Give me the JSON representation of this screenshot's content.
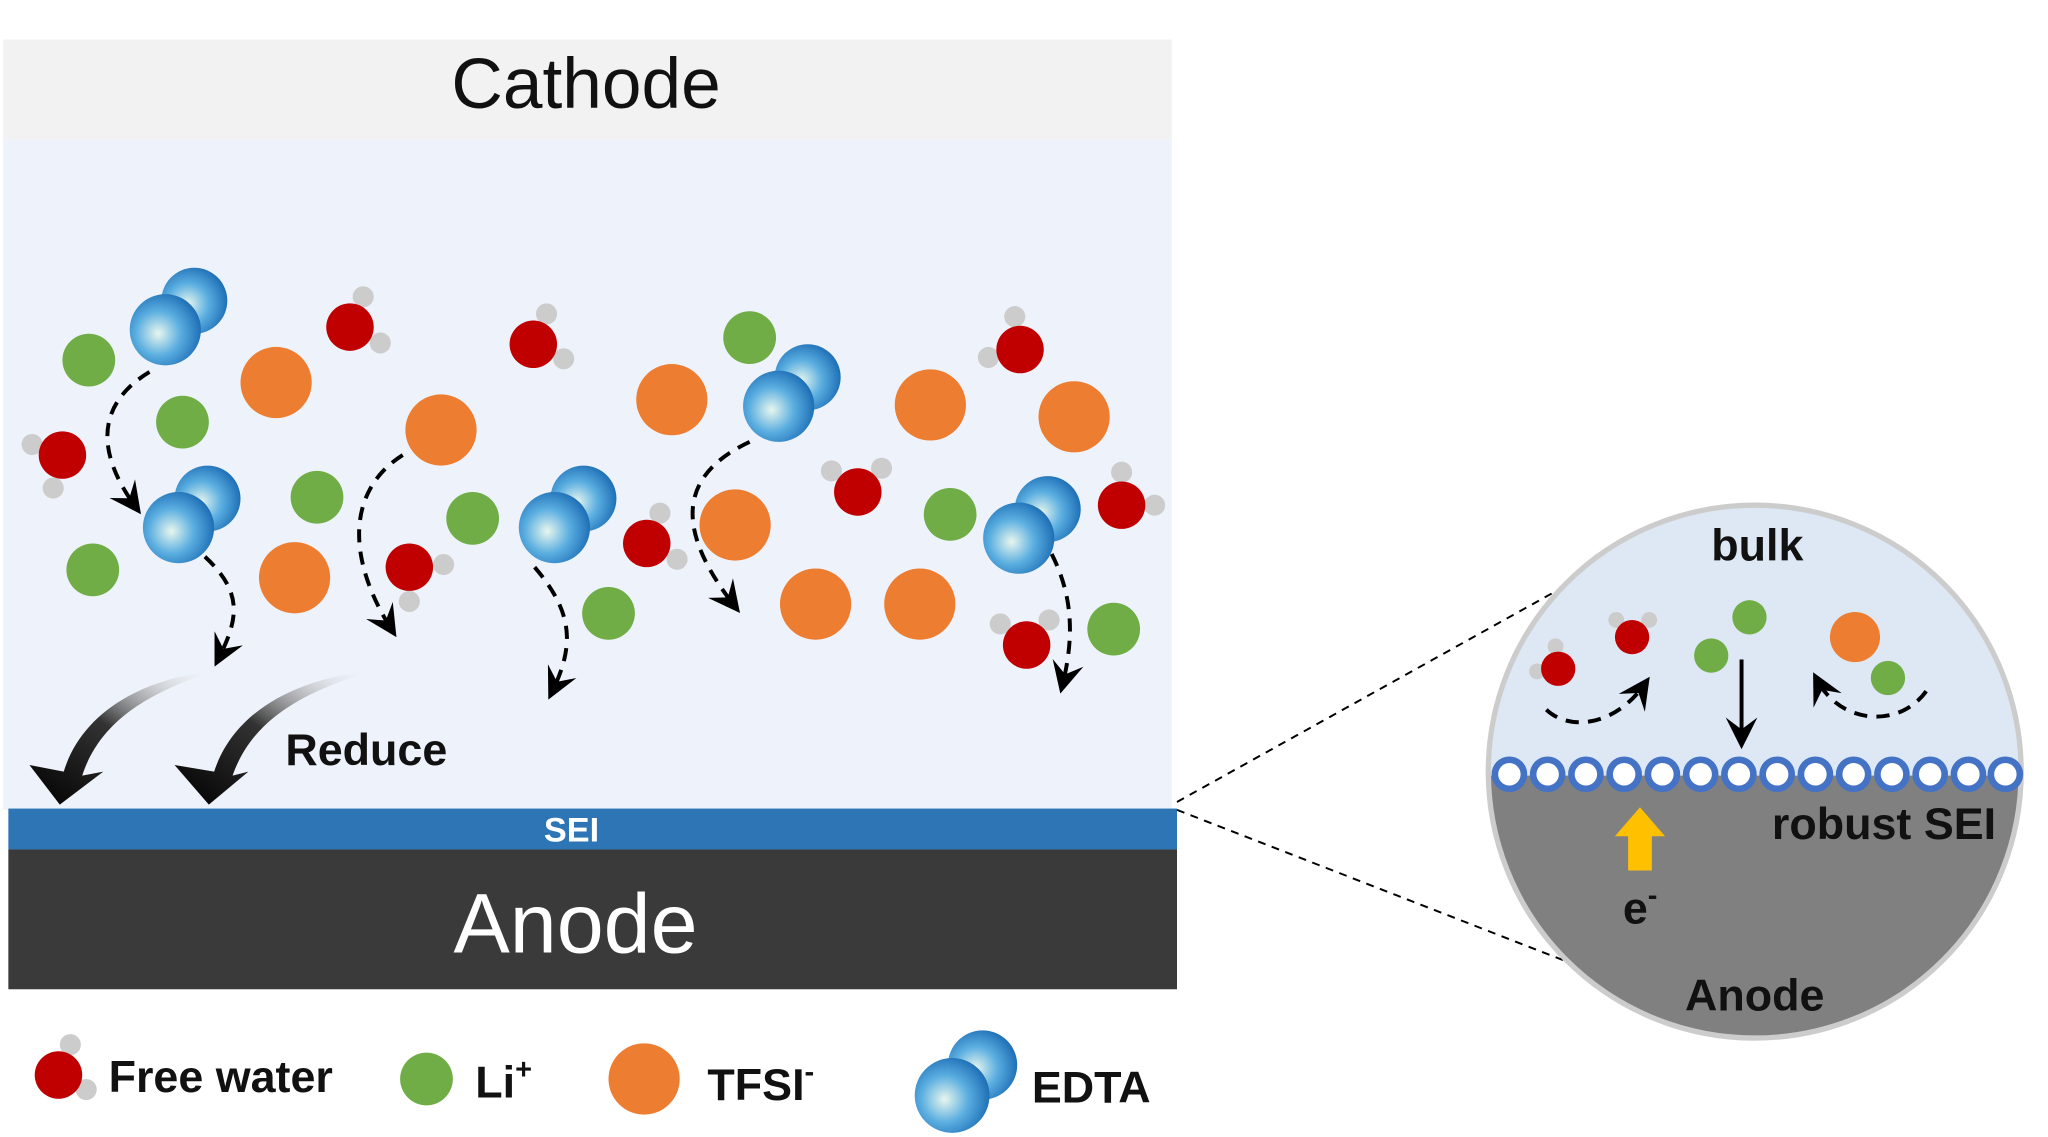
{
  "labels": {
    "cathode": "Cathode",
    "anode": "Anode",
    "sei": "SEI",
    "reduce": "Reduce"
  },
  "inset": {
    "bulk": "bulk",
    "robust_sei": "robust SEI",
    "electron": "e",
    "electron_sup": "-",
    "anode": "Anode"
  },
  "legend": {
    "free_water": "Free water",
    "li": "Li",
    "li_sup": "+",
    "tfsi": "TFSI",
    "tfsi_sup": "-",
    "edta": "EDTA"
  },
  "colors": {
    "cathode_bg": "#f2f2f2",
    "electrolyte_bg": "#eef3fb",
    "sei": "#2e75b6",
    "anode": "#3a3a3a",
    "water": "#c00000",
    "li": "#70ad47",
    "tfsi": "#ed7d31",
    "edta": "#1f6fc0",
    "inset_anode": "#808080",
    "inset_bulk": "#dde8f4",
    "electron_arrow": "#ffc000"
  }
}
